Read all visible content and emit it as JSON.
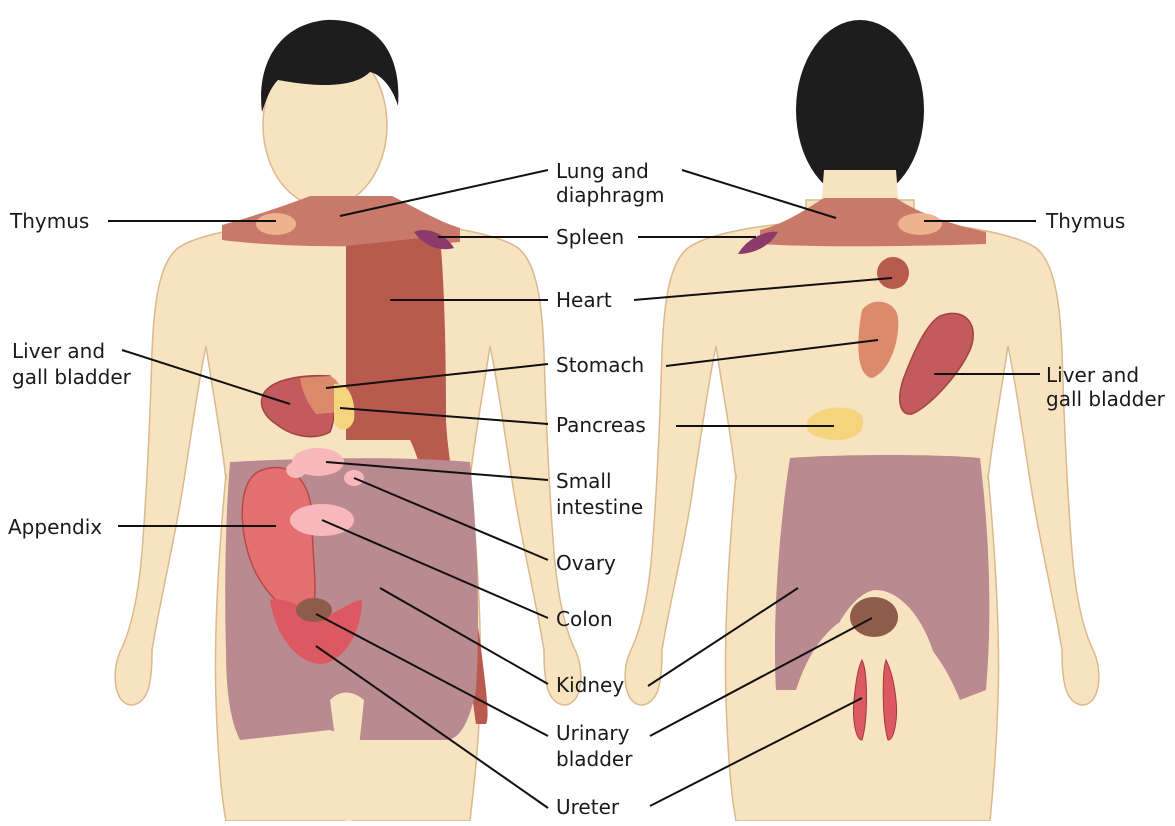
{
  "colors": {
    "skin": "#f8e3c0",
    "skin_outline": "#d9b98e",
    "hair": "#1d1d1d",
    "lung_diaphragm": "#c9796a",
    "thymus": "#efb28e",
    "spleen": "#8c3a6a",
    "heart": "#b85a4e",
    "liver": "#c25a5e",
    "stomach": "#db8a6c",
    "pancreas": "#f5d47e",
    "small_intestine": "#f6b8ba",
    "colon": "#e46f6f",
    "kidney": "#b98a90",
    "urinary_bladder": "#8f5c4a",
    "ureter": "#dc5961"
  },
  "labels": {
    "thymus_left": "Thymus",
    "thymus_right": "Thymus",
    "lung_line1": "Lung and",
    "lung_line2": "diaphragm",
    "spleen": "Spleen",
    "heart": "Heart",
    "liver_left_line1": "Liver and",
    "liver_left_line2": "gall bladder",
    "liver_right_line1": "Liver and",
    "liver_right_line2": "gall bladder",
    "stomach": "Stomach",
    "pancreas": "Pancreas",
    "small_intestine_line1": "Small",
    "small_intestine_line2": "intestine",
    "appendix": "Appendix",
    "ovary": "Ovary",
    "colon": "Colon",
    "kidney": "Kidney",
    "urinary_bladder_line1": "Urinary",
    "urinary_bladder_line2": "bladder",
    "ureter": "Ureter"
  }
}
